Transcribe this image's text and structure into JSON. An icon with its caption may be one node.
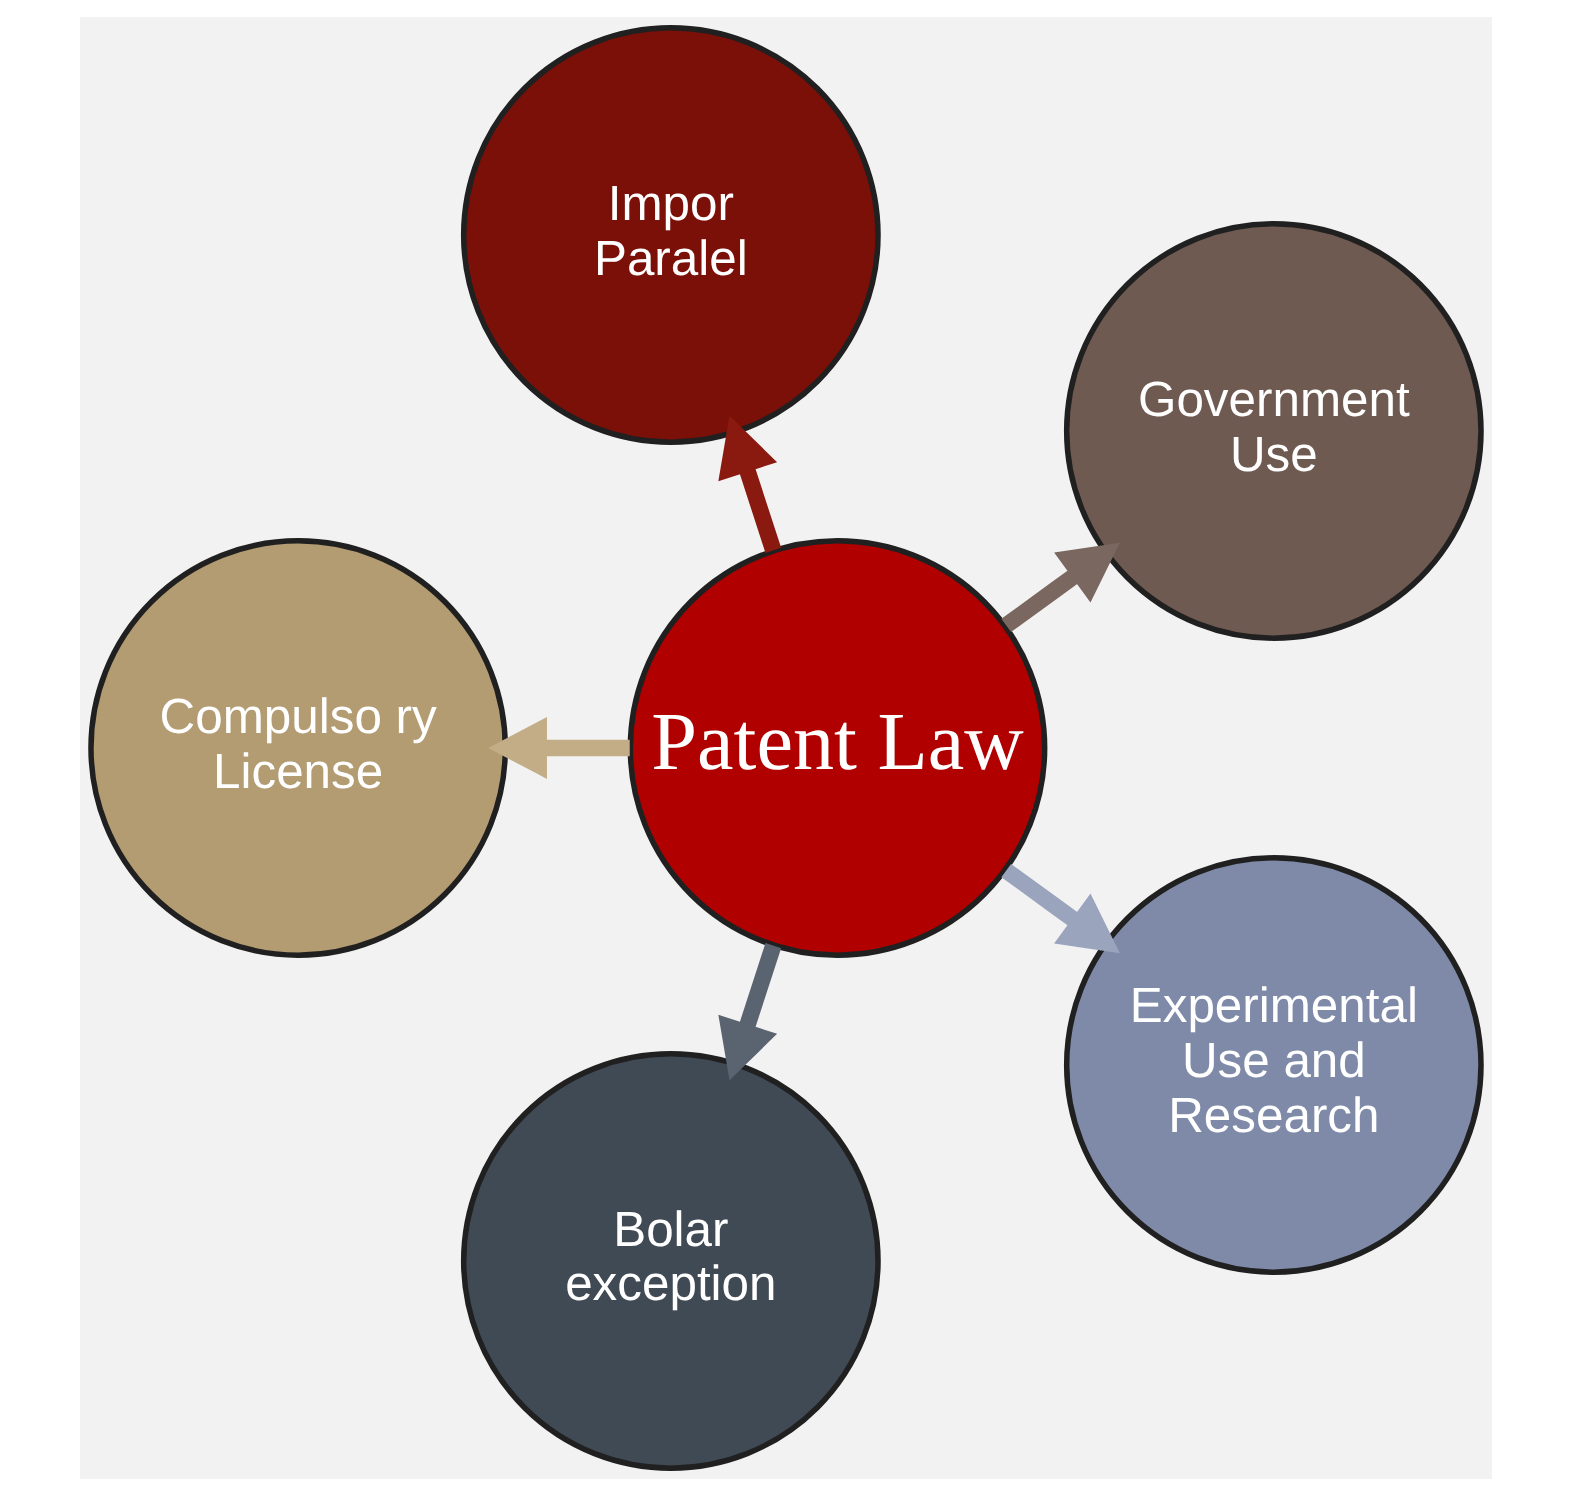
{
  "diagram": {
    "nodes": [
      {
        "text": [
          "Government Use"
        ]
      },
      {
        "text": [
          "Impor Paralel"
        ]
      },
      {
        "text": [
          "Compulso ry License"
        ]
      },
      {
        "text": [
          "Patent Law"
        ]
      },
      {
        "text": [
          "Bolar exception"
        ]
      },
      {
        "text": [
          "Experimental Use and Research"
        ]
      }
    ],
    "edges": [
      {
        "from": 3,
        "to": 0,
        "arrow": "to",
        "color": "#7a6860"
      },
      {
        "from": 3,
        "to": 2,
        "arrow": "to",
        "color": "#c2ad86"
      },
      {
        "from": 3,
        "to": 5,
        "arrow": "to",
        "color": "#9aa4bc"
      },
      {
        "from": 3,
        "to": 4,
        "arrow": "to",
        "color": "#5a6470"
      },
      {
        "from": 3,
        "to": 1,
        "arrow": "to",
        "color": "#8a1a10"
      }
    ]
  }
}
